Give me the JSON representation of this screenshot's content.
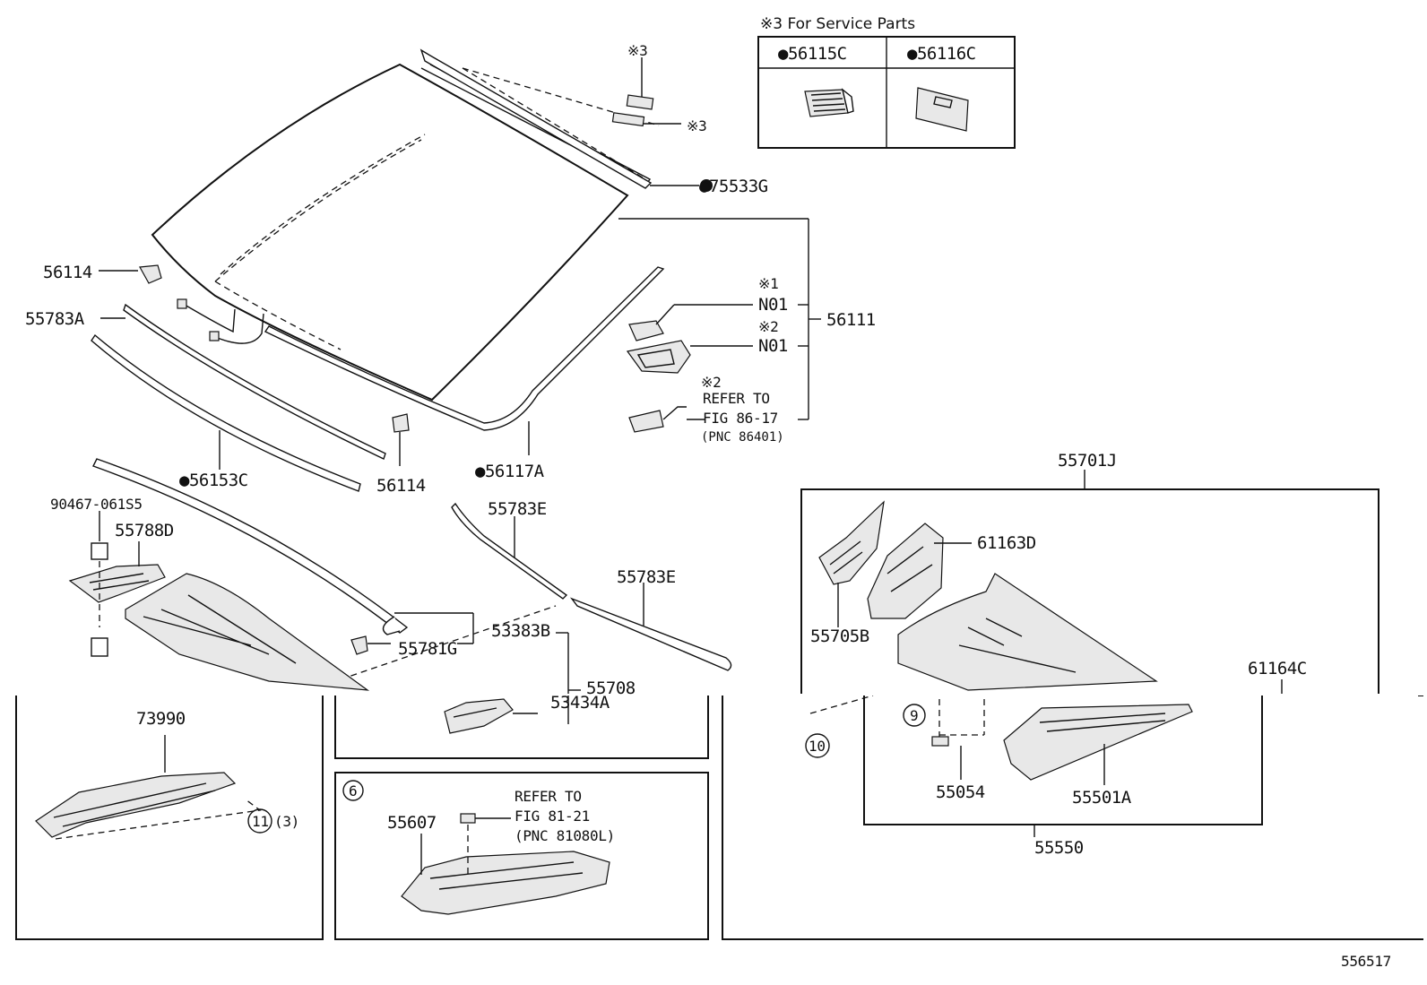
{
  "service_box": {
    "title": "※3 For Service Parts",
    "col1": "●56115C",
    "col2": "●56116C"
  },
  "labels": {
    "mark3_top": "※3",
    "mark3_side": "※3",
    "p75533G": "●75533G",
    "p56114_left": "56114",
    "p55783A": "55783A",
    "p56111": "56111",
    "mark1": "※1",
    "n01_a": "N01",
    "mark2_a": "※2",
    "n01_b": "N01",
    "mark2_b": "※2",
    "refer_to_a": "REFER TO",
    "fig_86": "FIG 86-17",
    "pnc_86401": "(PNC 86401)",
    "p56153C": "●56153C",
    "p56114_mid": "56114",
    "p56117A": "●56117A",
    "p55701J": "55701J",
    "p90467": "90467-061S5",
    "p55788D": "55788D",
    "p55783E_a": "55783E",
    "p55783E_b": "55783E",
    "p61163D": "61163D",
    "p53383B": "53383B",
    "p55781G": "55781G",
    "p55705B": "55705B",
    "p55708": "55708",
    "p53434A": "53434A",
    "p61164C": "61164C",
    "p73990": "73990",
    "circ11": "11",
    "qty3": "(3)",
    "circ9": "9",
    "circ10": "10",
    "p55054": "55054",
    "p55501A": "55501A",
    "p55550": "55550",
    "circ6": "6",
    "refer_to_b": "REFER TO",
    "fig_81": "FIG 81-21",
    "pnc_81080L": "(PNC 81080L)",
    "p55607": "55607",
    "figure_no": "556517"
  }
}
